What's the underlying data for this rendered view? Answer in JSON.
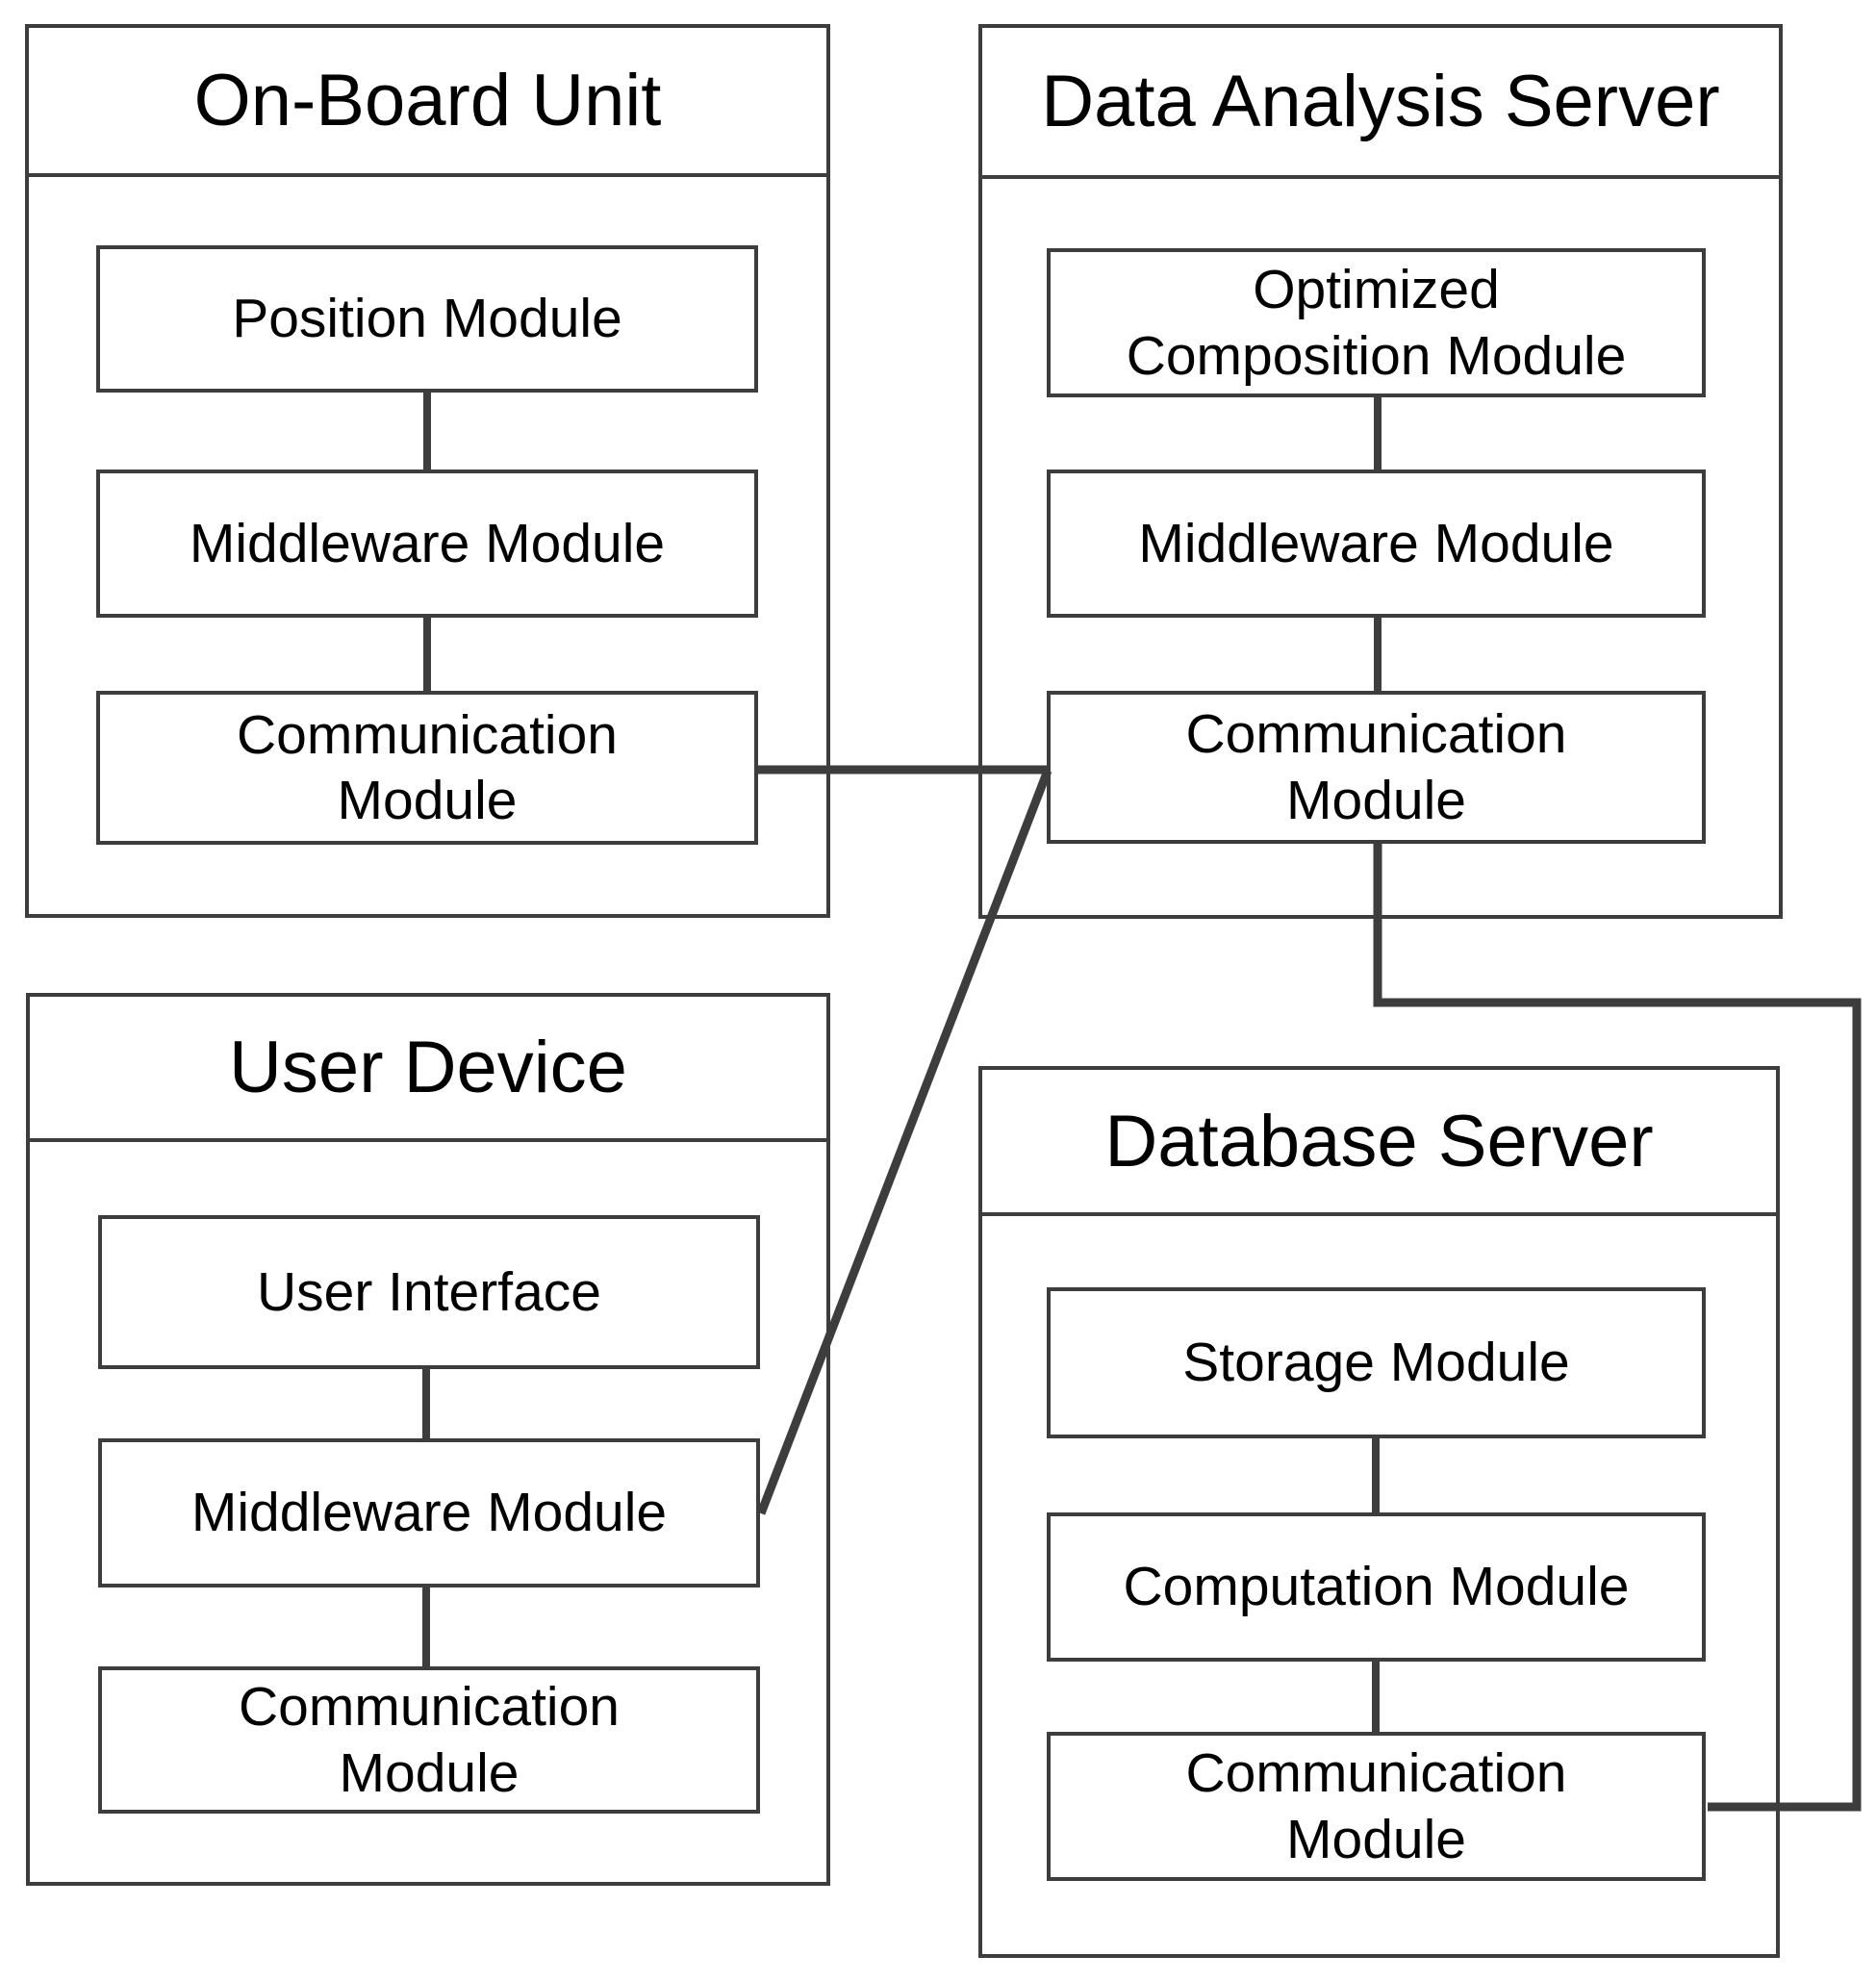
{
  "figure": {
    "type": "system-architecture-diagram",
    "background_color": "#ffffff",
    "line_color": "#3d3d3d",
    "text_color": "#000000"
  },
  "panels": [
    {
      "id": "on-board-unit",
      "title": "On-Board Unit",
      "modules": [
        {
          "label": "Position Module"
        },
        {
          "label": "Middleware Module"
        },
        {
          "label": "Communication\nModule"
        }
      ]
    },
    {
      "id": "data-analysis-server",
      "title": "Data Analysis Server",
      "modules": [
        {
          "label": "Optimized\nComposition Module"
        },
        {
          "label": "Middleware Module"
        },
        {
          "label": "Communication\nModule"
        }
      ]
    },
    {
      "id": "user-device",
      "title": "User Device",
      "modules": [
        {
          "label": "User Interface"
        },
        {
          "label": "Middleware Module"
        },
        {
          "label": "Communication\nModule"
        }
      ]
    },
    {
      "id": "database-server",
      "title": "Database Server",
      "modules": [
        {
          "label": "Storage Module"
        },
        {
          "label": "Computation Module"
        },
        {
          "label": "Communication\nModule"
        }
      ]
    }
  ],
  "connections": [
    {
      "from": "On-Board Unit / Communication Module",
      "to": "Data Analysis Server / Communication Module",
      "shape": "horizontal-line"
    },
    {
      "from": "User Device / Middleware Module",
      "to": "Data Analysis Server / Communication Module",
      "shape": "diagonal-line"
    },
    {
      "from": "Data Analysis Server / Communication Module",
      "to": "Database Server / Communication Module",
      "shape": "orthogonal-elbow"
    }
  ]
}
